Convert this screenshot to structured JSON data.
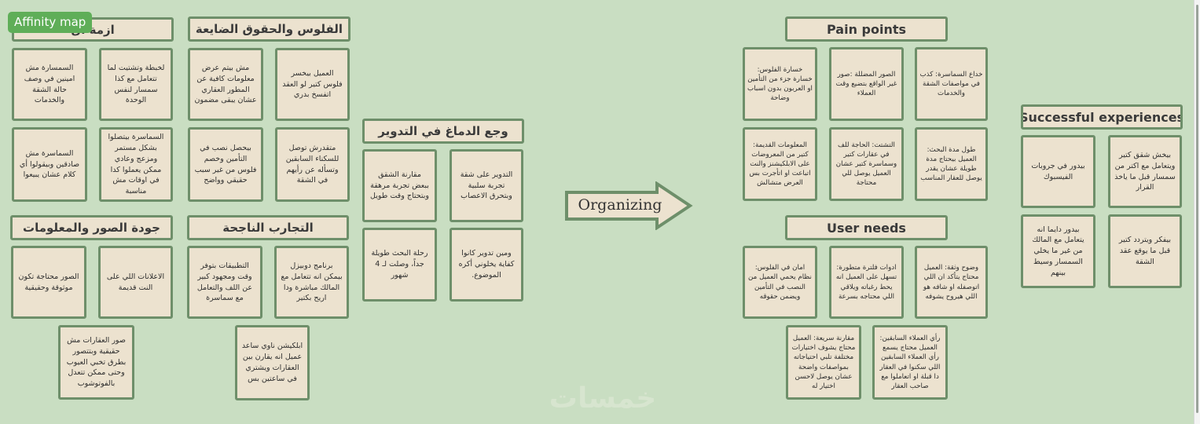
{
  "frame_label": "Affinity map",
  "watermark": "خمسات",
  "arrow_label": "Organizing",
  "headings": {
    "crisis": "ازمة ال",
    "money": "الفلوس والحقوق الضايعة",
    "headache": "وجع الدماغ في التدوير",
    "quality": "جودة الصور والمعلومات",
    "success_ar": "التجارب الناجحة",
    "pain_points": "Pain points",
    "successful_experiences": "Successful experiences",
    "user_needs": "User needs"
  },
  "notes": {
    "crisis_1": "لخبطة وتشتيت لما تتعامل مع كذا سمسار لنفس الوحدة",
    "crisis_2": "السمسارة مش امينين في وصف حالة الشقة والخدمات",
    "crisis_3": "السماسرة بيتصلوا بشكل مستمر ومزعج وعادي ممكن يعملوا كدا في اوقات مش مناسبة",
    "crisis_4": "السماسرة مش صادقين وبيقولوا أي كلام عشان يبيعوا",
    "money_1": "العميل بيخسر فلوس كتير لو العقد اتفسخ بدري",
    "money_2": "مش بيتم عرض معلومات كافية عن المطور العقاري عشان يبقى مضمون",
    "money_3": "متقدرش توصل للسكناء السابقين وتسأله عن رأيهم في الشقة",
    "money_4": "بيحصل نصب في التأمين وخصم فلوس من غير سبب حقيقي وواضح",
    "headache_1": "التدوير على شقة تجربة سلبية وبتحرق الاعصاب",
    "headache_2": "مقارنة الشقق ببعض تجربة مرهقة وبتحتاج وقت طويل",
    "headache_3": "ومين تدوير كانوا كفاية يخلوني أكره الموضوع.",
    "headache_4": "رحلة البحث طويلة جداً، وصلت لـ 4 شهور",
    "quality_1": "الاعلانات اللي على النت قديمة",
    "quality_2": "الصور محتاجة تكون موثوقة وحقيقية",
    "quality_3": "صور العقارات مش حقيقية وبتتصور بطرق تخبي العيوب وحتى ممكن تتعدل بالفوتوشوب",
    "success_1": "برنامج دوبيزل بيمكن انه تتعامل مع المالك مباشرة ودا اريح بكتير",
    "success_2": "التطبيقات بتوفر وقت ومجهود كبير عن اللف والتعامل مع سماسرة",
    "success_3": "ابلكيشن ناوي ساعد عميل انه يقارن بين العقارات ويشتري في ساعتين بس",
    "pain_1": "خداع السماسرة: كذب في مواصفات الشقة والخدمات",
    "pain_2": "الصور المضللة :صور غير الواقع بتضيع وقت العملاء",
    "pain_3": "خسارة الفلوس: خسارة جزء من التأمين او العربون بدون اسباب وضاحة",
    "pain_4": "طول مدة البحث: العميل بيحتاج مدة طويلة عشان يقدر يوصل للعقار المناسب",
    "pain_5": "التشتت: الحاجة للف في عقارات كتير وسماسرة كتير عشان العميل يوصل للي محتاجة",
    "pain_6": "المعلومات القديمة: كتير من المعروضات على الابلكيشنز والنت اتباعت او اتأجرت بس العرض متشالش",
    "exp_1": "بيخش شقق كتير ويتعامل مع اكتر من سمسار قبل ما ياخذ القرار",
    "exp_2": "بيدور في جروبات الفيسبوك",
    "exp_3": "بيفكر ويتردد كتير قبل ما يوقع عقد الشقة",
    "exp_4": "بيدور دايما انه يتعامل مع المالك من غير ما يخلي السمسار وسيط بينهم",
    "need_1": "وضوح وثقة: العميل محتاج يتأكد ان اللي اتوصفله او شافه هو اللي هيروح يشوفه",
    "need_2": "ادوات فلترة متطورة: تسهل على العميل انه يحط رغباته ويلاقي اللي محتاجه بسرعة",
    "need_3": "امان في الفلوس: نظام يحمي العميل من النصب في التأمين ويضمن حقوقه",
    "need_4": "رأي العملاء السابقين: العميل محتاج يسمع رأي العملاء السابقين اللي سكنوا في العقار دا قبلة او اتعاملوا مع صاحب العقار",
    "need_5": "مقارنة سريعة: العميل محتاج يشوف اختيارات مختلفة تلبي احتياجاته بمواصفات واضحة عشان يوصل لاحسن اختيار له"
  },
  "colors": {
    "background": "#c9dec2",
    "note_fill": "#ece2cf",
    "note_border": "#6e8f6a",
    "frame_label": "#5fae58"
  }
}
